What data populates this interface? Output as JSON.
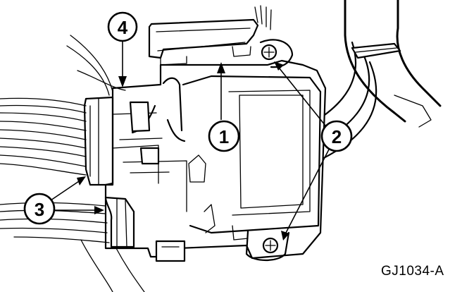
{
  "callouts": {
    "one": "1",
    "two": "2",
    "three": "3",
    "four": "4"
  },
  "figure_id": "GJ1034-A"
}
